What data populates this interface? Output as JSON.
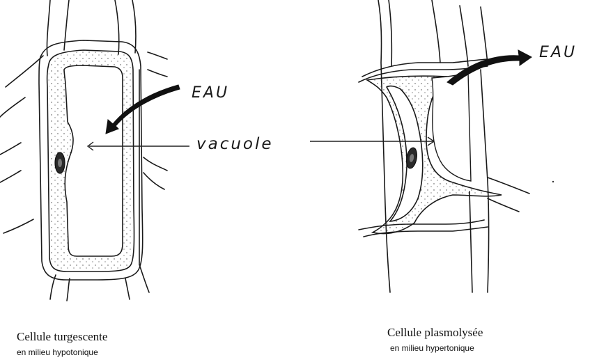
{
  "labels": {
    "water_left": "EAU",
    "water_right": "EAU",
    "vacuole": "vacuole"
  },
  "captions": {
    "left_title": "Cellule turgescente",
    "left_sub": "en milieu hypotonique",
    "right_title": "Cellule plasmolysée",
    "right_sub": "en milieu hypertonique"
  }
}
